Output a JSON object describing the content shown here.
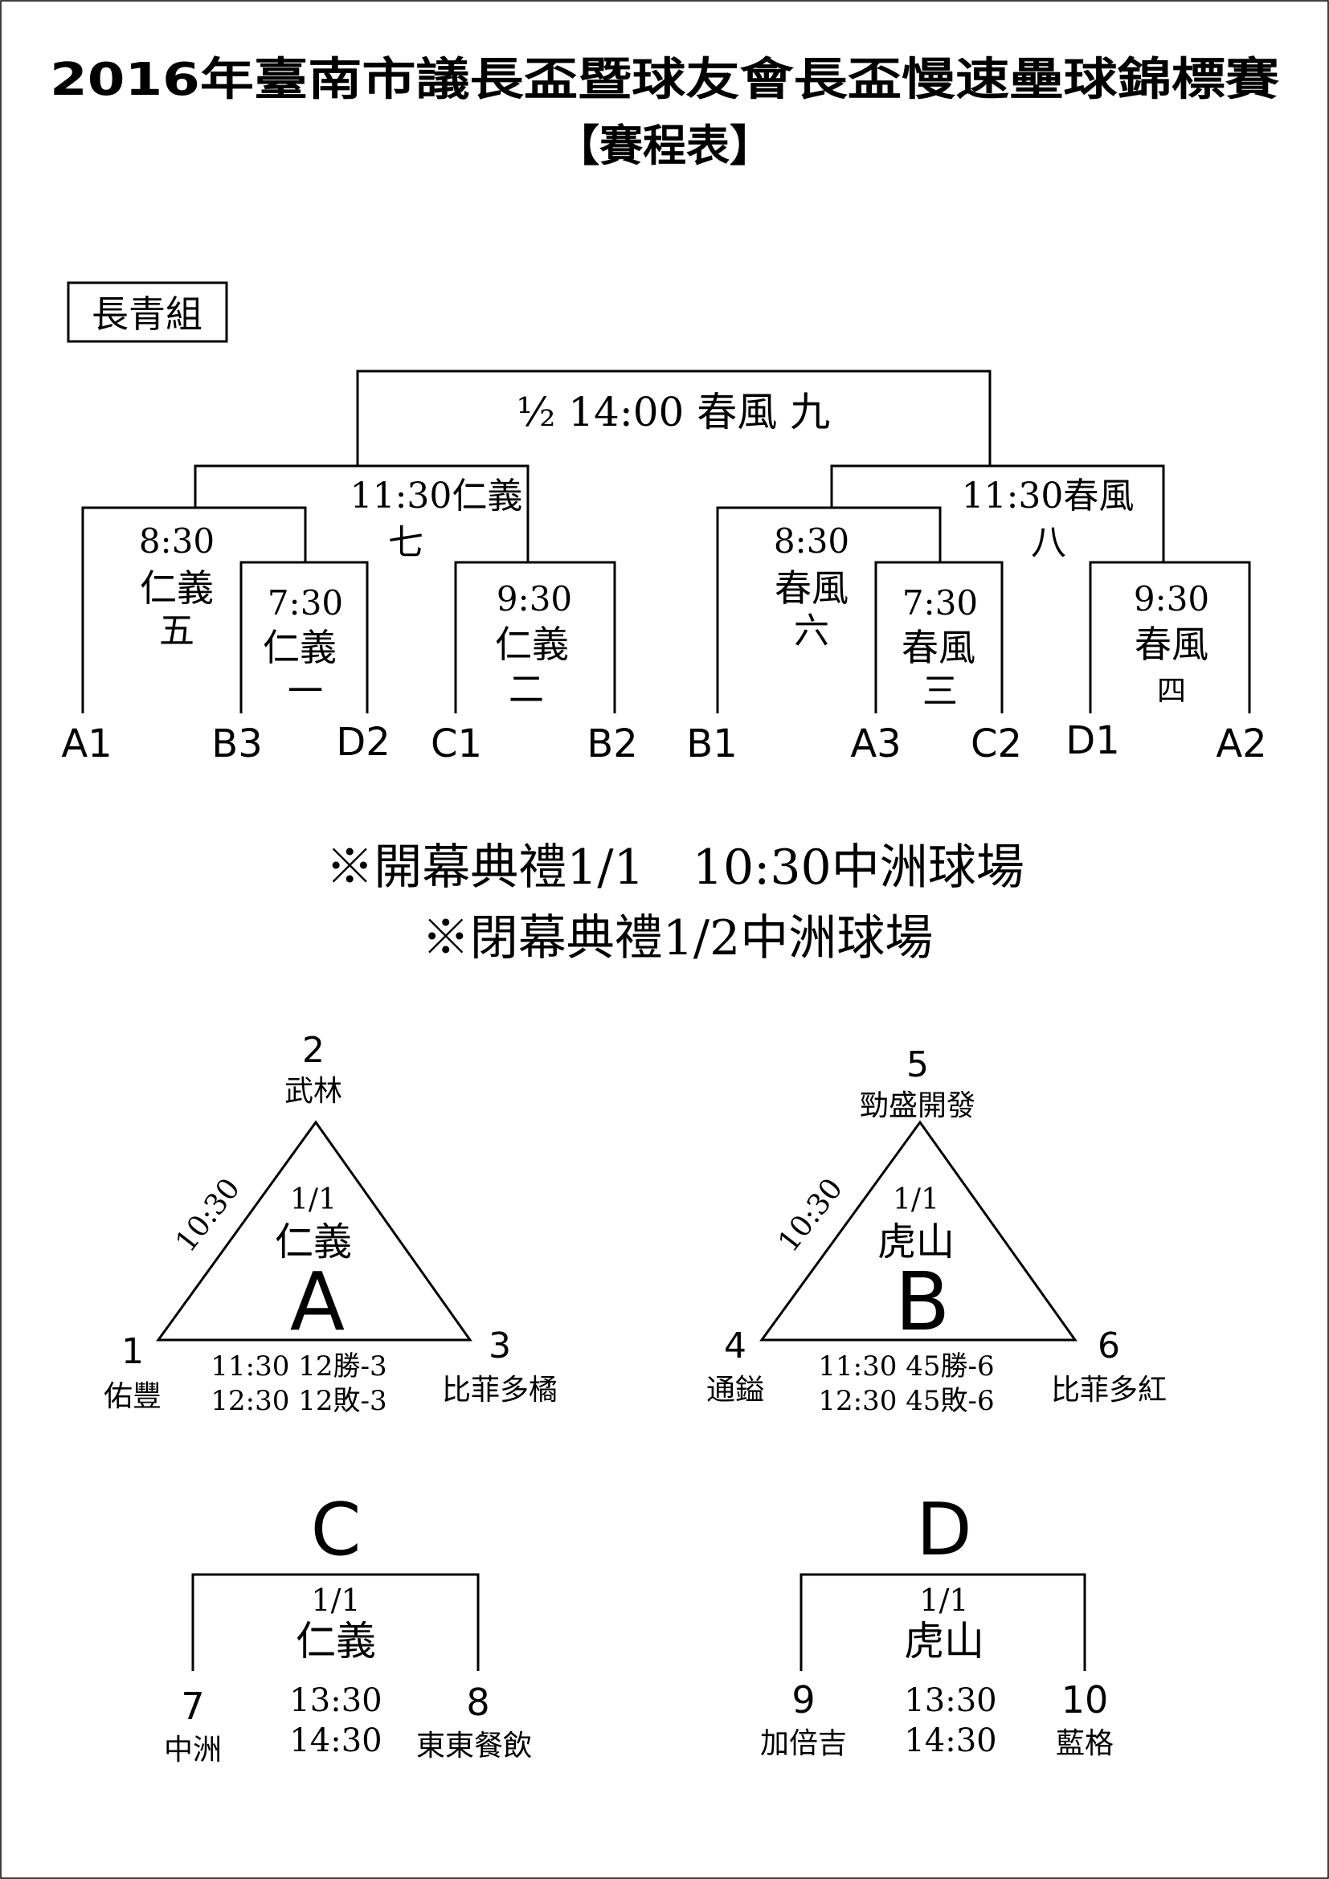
{
  "title": {
    "main": "2016年臺南市議長盃暨球友會長盃慢速壘球錦標賽",
    "sub": "【賽程表】"
  },
  "division": "長青組",
  "bracket": {
    "final": "½ 14:00 春風 九",
    "semis": [
      {
        "time": "11:30",
        "venue": "仁義",
        "num": "七"
      },
      {
        "time": "11:30",
        "venue": "春風",
        "num": "八"
      }
    ],
    "quarters": [
      {
        "time": "8:30",
        "venue": "仁義",
        "num": "五"
      },
      {
        "time": "7:30",
        "venue": "仁義",
        "num": "一"
      },
      {
        "time": "9:30",
        "venue": "仁義",
        "num": "二"
      },
      {
        "time": "8:30",
        "venue": "春風",
        "num": "六"
      },
      {
        "time": "7:30",
        "venue": "春風",
        "num": "三"
      },
      {
        "time": "9:30",
        "venue": "春風",
        "num": "四"
      }
    ],
    "seeds": [
      "A1",
      "B3",
      "D2",
      "C1",
      "B2",
      "B1",
      "A3",
      "C2",
      "D1",
      "A2"
    ]
  },
  "notes": [
    "※開幕典禮1/1　10:30中洲球場",
    "※閉幕典禮1/2中洲球場"
  ],
  "groups": [
    {
      "letter": "A",
      "date": "1/1",
      "venue": "仁義",
      "side_time": "10:30",
      "teams": [
        {
          "num": "2",
          "name": "武林"
        },
        {
          "num": "1",
          "name": "佑豐"
        },
        {
          "num": "3",
          "name": "比菲多橘"
        }
      ],
      "games": [
        "11:30 12勝-3",
        "12:30 12敗-3"
      ]
    },
    {
      "letter": "B",
      "date": "1/1",
      "venue": "虎山",
      "side_time": "10:30",
      "teams": [
        {
          "num": "5",
          "name": "勁盛開發"
        },
        {
          "num": "4",
          "name": "通鎰"
        },
        {
          "num": "6",
          "name": "比菲多紅"
        }
      ],
      "games": [
        "11:30 45勝-6",
        "12:30 45敗-6"
      ]
    },
    {
      "letter": "C",
      "date": "1/1",
      "venue": "仁義",
      "teams": [
        {
          "num": "7",
          "name": "中洲"
        },
        {
          "num": "8",
          "name": "東東餐飲"
        }
      ],
      "times": [
        "13:30",
        "14:30"
      ]
    },
    {
      "letter": "D",
      "date": "1/1",
      "venue": "虎山",
      "teams": [
        {
          "num": "9",
          "name": "加倍吉"
        },
        {
          "num": "10",
          "name": "藍格"
        }
      ],
      "times": [
        "13:30",
        "14:30"
      ]
    }
  ]
}
